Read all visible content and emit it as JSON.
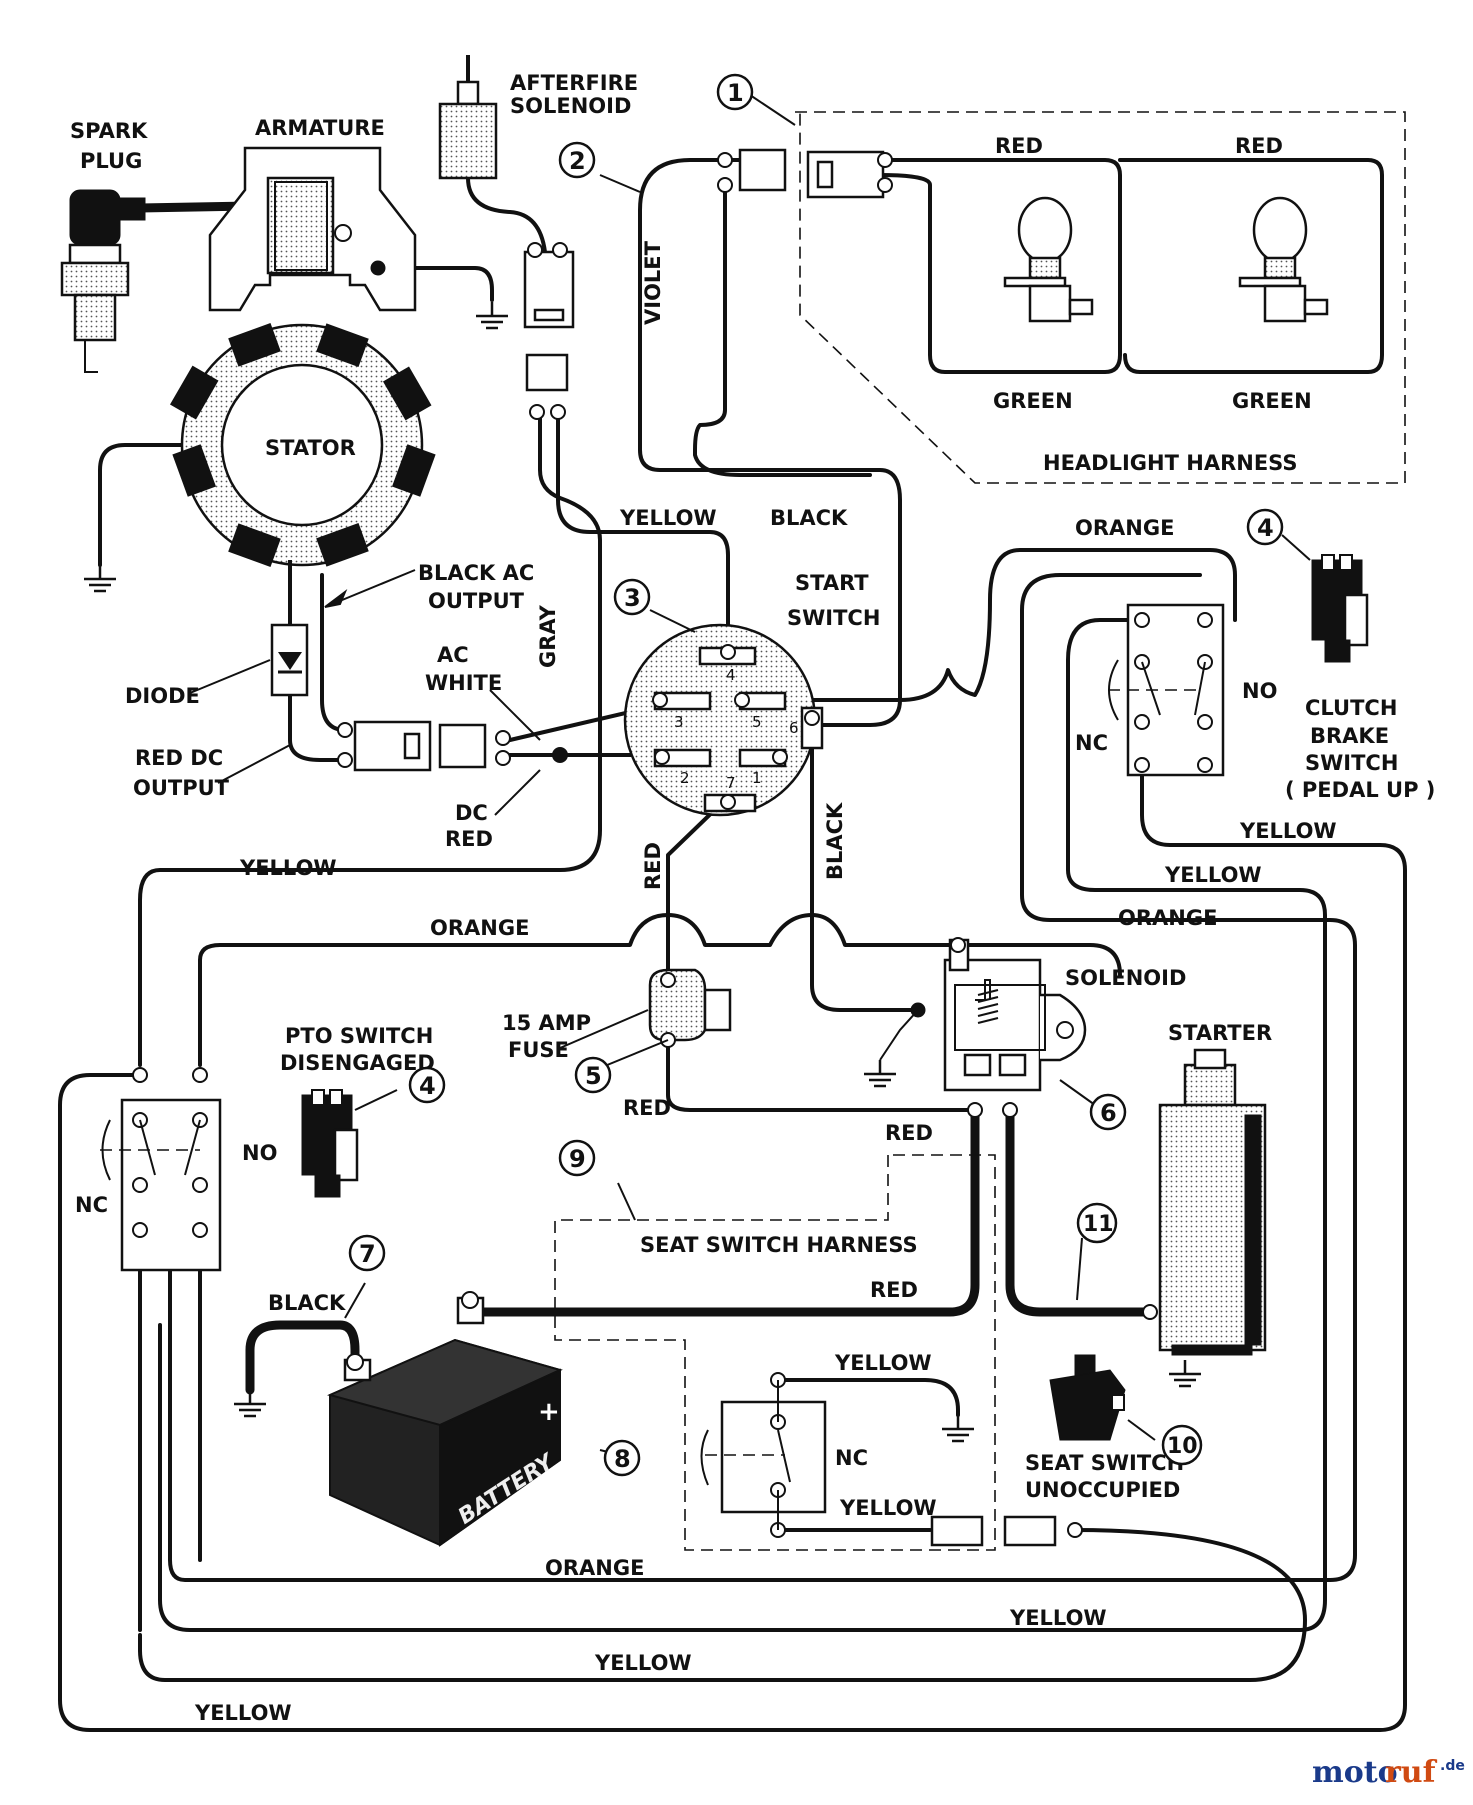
{
  "components": {
    "spark_plug": "SPARK PLUG",
    "armature": "ARMATURE",
    "afterfire_solenoid": "AFTERFIRE SOLENOID",
    "stator": "STATOR",
    "black_ac_output": "BLACK AC OUTPUT",
    "diode": "DIODE",
    "red_dc_output": "RED DC OUTPUT",
    "ac_white": "AC WHITE",
    "dc_red": "DC RED",
    "start_switch": "START SWITCH",
    "headlight_harness": "HEADLIGHT HARNESS",
    "clutch_brake_switch": "CLUTCH BRAKE SWITCH ( PEDAL UP )",
    "solenoid": "SOLENOID",
    "fuse": "15 AMP FUSE",
    "pto_switch": "PTO SWITCH DISENGAGED",
    "starter": "STARTER",
    "seat_switch_harness": "SEAT SWITCH HARNESS",
    "seat_switch": "SEAT SWITCH UNOCCUPIED",
    "battery": "BATTERY"
  },
  "wires": {
    "red": "RED",
    "green": "GREEN",
    "violet": "VIOLET",
    "black": "BLACK",
    "yellow": "YELLOW",
    "orange": "ORANGE",
    "gray": "GRAY"
  },
  "switch_labels": {
    "no": "NO",
    "nc": "NC"
  },
  "terminals": [
    "1",
    "2",
    "3",
    "4",
    "5",
    "6",
    "7"
  ],
  "callouts": [
    "1",
    "2",
    "3",
    "4",
    "4",
    "5",
    "6",
    "7",
    "8",
    "9",
    "10",
    "11"
  ],
  "watermark": {
    "part1": "moto",
    "part2": "ruf",
    "suffix": ".de"
  }
}
